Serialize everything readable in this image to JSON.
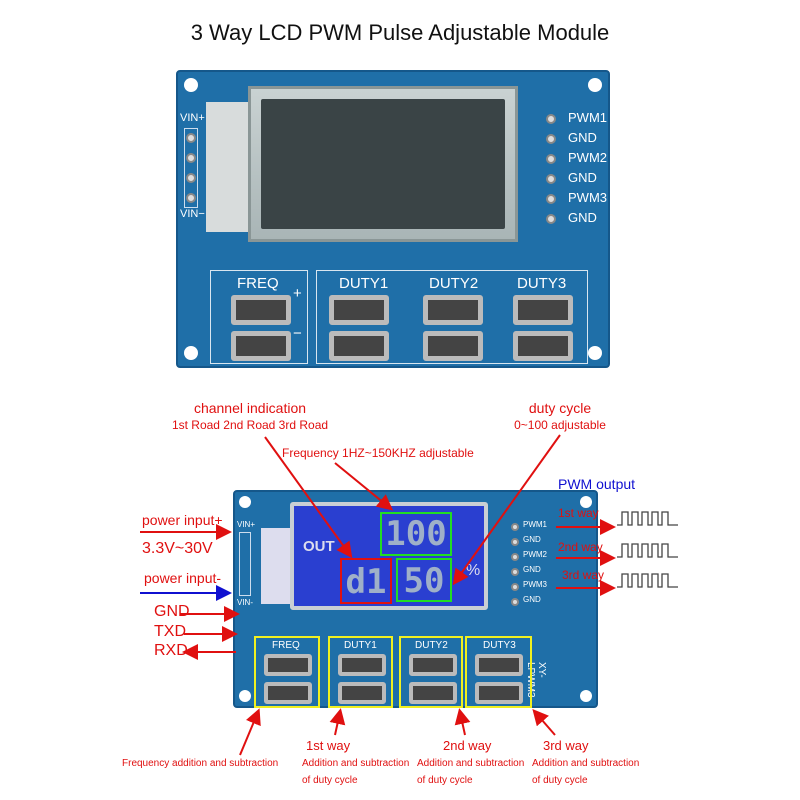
{
  "title": "3 Way LCD PWM Pulse Adjustable Module",
  "top_board": {
    "left_pins": {
      "vin_plus": "VIN+",
      "vin_minus": "VIN−"
    },
    "right_pins": [
      "PWM1",
      "GND",
      "PWM2",
      "GND",
      "PWM3",
      "GND"
    ],
    "buttons": [
      "FREQ",
      "DUTY1",
      "DUTY2",
      "DUTY3"
    ],
    "plus": "+",
    "minus": "−"
  },
  "bottom_board": {
    "left_pins": {
      "vin_plus": "VIN+",
      "vin_minus": "VIN-"
    },
    "right_pins": [
      "PWM1",
      "GND",
      "PWM2",
      "GND",
      "PWM3",
      "GND"
    ],
    "buttons": [
      "FREQ",
      "DUTY1",
      "DUTY2",
      "DUTY3"
    ],
    "model": "XY-LPWM3",
    "lcd": {
      "out": "OUT",
      "frequency": "100",
      "channel": "d1",
      "duty": "50",
      "percent": "%"
    }
  },
  "annotations": {
    "channel_title": "channel indication",
    "channel_sub": "1st Road 2nd Road 3rd Road",
    "frequency": "Frequency 1HZ~150KHZ adjustable",
    "duty_title": "duty cycle",
    "duty_sub": "0~100 adjustable",
    "pwm_output": "PWM output",
    "ways": [
      "1st way",
      "2nd way",
      "3rd way"
    ],
    "power_plus": "power input+",
    "voltage": "3.3V~30V",
    "power_minus": "power input-",
    "gnd": "GND",
    "txd": "TXD",
    "rxd": "RXD",
    "freq_buttons": "Frequency addition and subtraction",
    "way_labels": [
      "1st way",
      "2nd way",
      "3rd way"
    ],
    "duty_buttons_line1": "Addition and subtraction",
    "duty_buttons_line2": "of duty cycle"
  },
  "colors": {
    "red": "#e01010",
    "blue": "#1010d0",
    "green": "#22dd22",
    "yellow": "#f0f020",
    "pcb": "#1f6fa8"
  }
}
